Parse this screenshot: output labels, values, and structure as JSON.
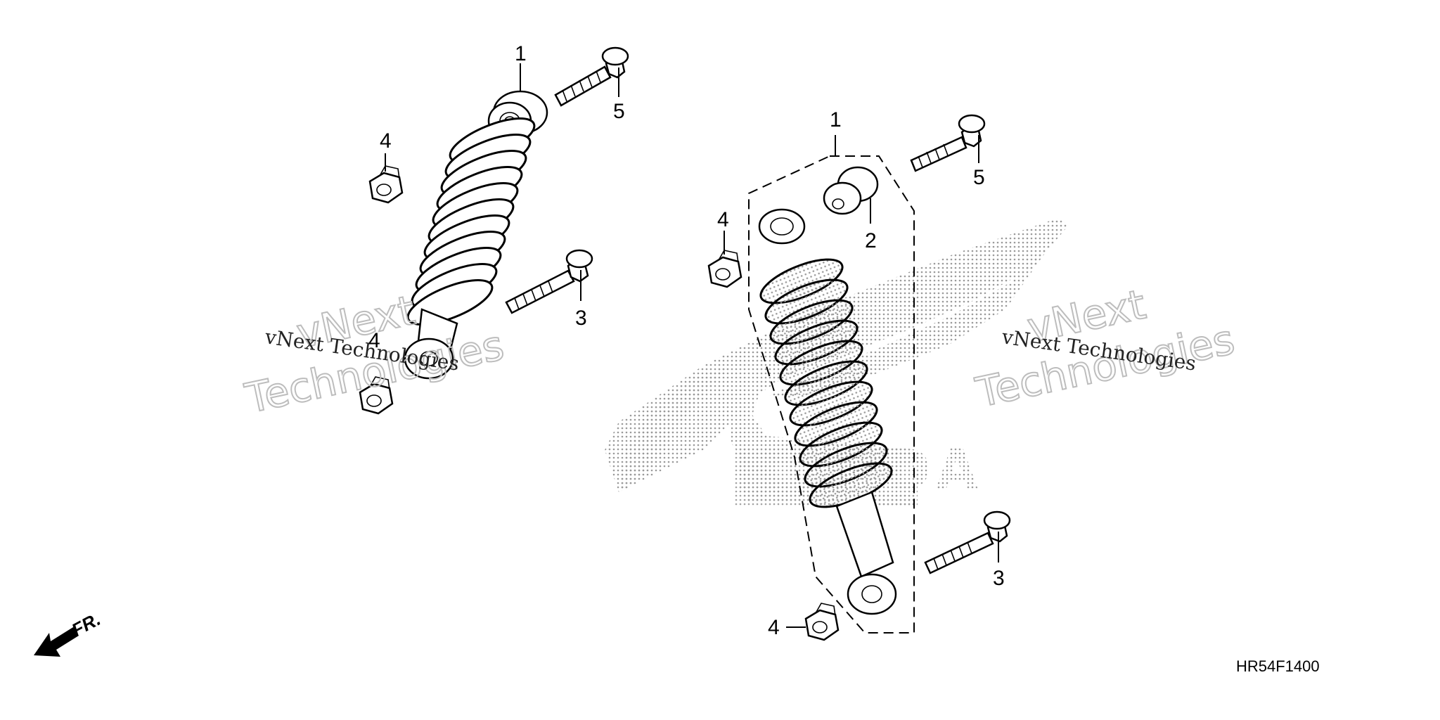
{
  "diagram": {
    "drawing_code": "HR54F1400",
    "direction_label": "FR.",
    "callouts": {
      "left_shock": "1",
      "left_bolt_top": "5",
      "left_nut_top": "4",
      "left_bolt_bottom": "3",
      "left_nut_bottom": "4",
      "right_shock": "1",
      "right_bushing": "2",
      "right_bolt_top": "5",
      "right_nut_top": "4",
      "right_bolt_bottom": "3",
      "right_nut_bottom": "4"
    },
    "watermarks": {
      "left_serif": "vNext Technologies",
      "left_outline_1": "vNext",
      "left_outline_2": "Technologies",
      "right_serif": "vNext Technologies",
      "right_outline_1": "vNext",
      "right_outline_2": "Technologies"
    },
    "logo_text": "HONDA"
  }
}
